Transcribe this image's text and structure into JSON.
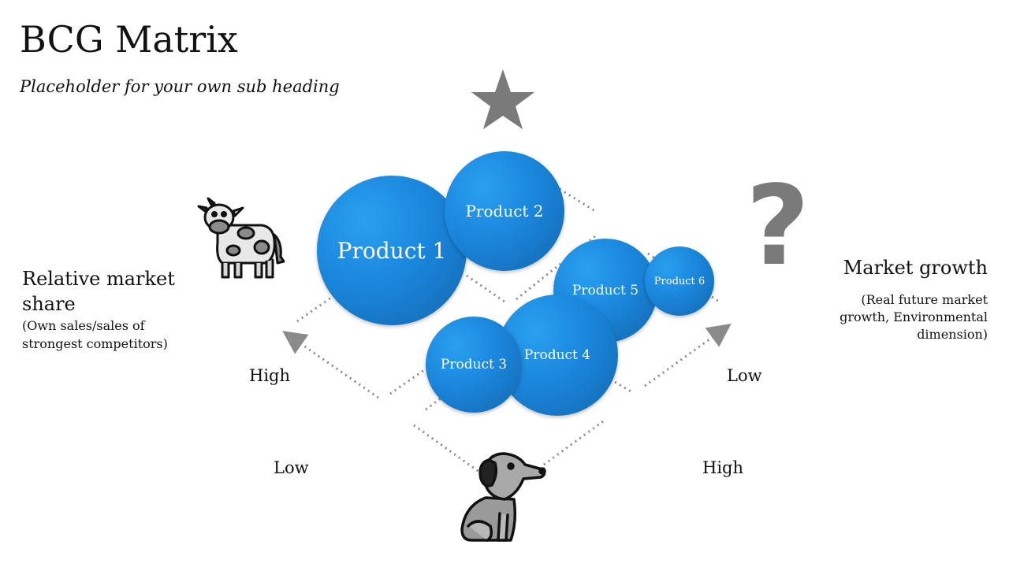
{
  "title": "BCG Matrix",
  "subtitle": "Placeholder for your own sub heading",
  "left_axis": {
    "heading": "Relative market share",
    "note": "(Own sales/sales of strongest competitors)"
  },
  "right_axis": {
    "heading": "Market growth",
    "note": "(Real future market growth, Environmental dimension)"
  },
  "axis_labels": {
    "high_left": "High",
    "low_right": "Low",
    "low_bottom": "Low",
    "high_bottom": "High"
  },
  "question_mark": "?",
  "icons": {
    "top": "star-icon",
    "left": "cow-icon",
    "right": "question-icon",
    "bottom": "dog-icon"
  },
  "colors": {
    "bubble": "#1a86dc",
    "icon_gray": "#7a7a7a",
    "dotted": "#8a8a8a"
  },
  "products": [
    {
      "label": "Product 1"
    },
    {
      "label": "Product 2"
    },
    {
      "label": "Product 3"
    },
    {
      "label": "Product 4"
    },
    {
      "label": "Product 5"
    },
    {
      "label": "Product 6"
    }
  ]
}
